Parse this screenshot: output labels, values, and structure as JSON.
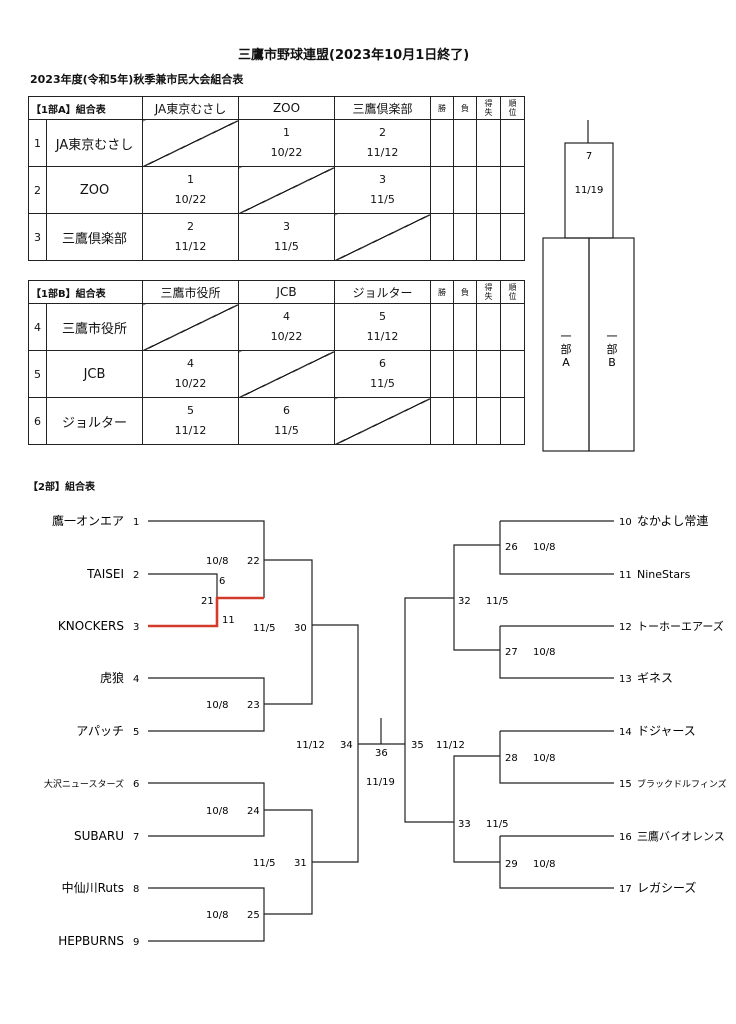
{
  "title": "三鷹市野球連盟(2023年10月1日終了)",
  "subtitle": "2023年度(令和5年)秋季兼市民大会組合表",
  "tables": [
    {
      "corner": "【1部A】組合表",
      "teams": [
        "JA東京むさし",
        "ZOO",
        "三鷹倶楽部"
      ],
      "nos": [
        "1",
        "2",
        "3"
      ],
      "stat_headers": [
        "勝",
        "負",
        "得失",
        "順位"
      ],
      "cells": [
        [
          null,
          {
            "g": "1",
            "d": "10/22"
          },
          {
            "g": "2",
            "d": "11/12"
          }
        ],
        [
          {
            "g": "1",
            "d": "10/22"
          },
          null,
          {
            "g": "3",
            "d": "11/5"
          }
        ],
        [
          {
            "g": "2",
            "d": "11/12"
          },
          {
            "g": "3",
            "d": "11/5"
          },
          null
        ]
      ]
    },
    {
      "corner": "【1部B】組合表",
      "teams": [
        "三鷹市役所",
        "JCB",
        "ジョルター"
      ],
      "nos": [
        "4",
        "5",
        "6"
      ],
      "stat_headers": [
        "勝",
        "負",
        "得失",
        "順位"
      ],
      "cells": [
        [
          null,
          {
            "g": "4",
            "d": "10/22"
          },
          {
            "g": "5",
            "d": "11/12"
          }
        ],
        [
          {
            "g": "4",
            "d": "10/22"
          },
          null,
          {
            "g": "6",
            "d": "11/5"
          }
        ],
        [
          {
            "g": "5",
            "d": "11/12"
          },
          {
            "g": "6",
            "d": "11/5"
          },
          null
        ]
      ]
    }
  ],
  "final1": {
    "game": "7",
    "date": "11/19",
    "left": "一部A",
    "right": "一部B"
  },
  "bracket2": {
    "heading": "【2部】組合表",
    "left_teams": [
      {
        "no": "1",
        "name": "鷹一オンエア"
      },
      {
        "no": "2",
        "name": "TAISEI"
      },
      {
        "no": "3",
        "name": "KNOCKERS"
      },
      {
        "no": "4",
        "name": "虎狼"
      },
      {
        "no": "5",
        "name": "アパッチ"
      },
      {
        "no": "6",
        "name": "大沢ニュースターズ"
      },
      {
        "no": "7",
        "name": "SUBARU"
      },
      {
        "no": "8",
        "name": "中仙川Ruts"
      },
      {
        "no": "9",
        "name": "HEPBURNS"
      }
    ],
    "right_teams": [
      {
        "no": "10",
        "name": "なかよし常連"
      },
      {
        "no": "11",
        "name": "NineStars"
      },
      {
        "no": "12",
        "name": "トーホーエアーズ"
      },
      {
        "no": "13",
        "name": "ギネス"
      },
      {
        "no": "14",
        "name": "ドジャース"
      },
      {
        "no": "15",
        "name": "ブラックドルフィンズ"
      },
      {
        "no": "16",
        "name": "三鷹バイオレンス"
      },
      {
        "no": "17",
        "name": "レガシーズ"
      }
    ],
    "games": {
      "g21": "21",
      "g22": "22",
      "g22d": "10/8",
      "g6": "6",
      "g11": "11",
      "g23": "23",
      "g23d": "10/8",
      "g24": "24",
      "g24d": "10/8",
      "g25": "25",
      "g25d": "10/8",
      "g30": "30",
      "g30d": "11/5",
      "g31": "31",
      "g31d": "11/5",
      "g34": "34",
      "g34d": "11/12",
      "g36": "36",
      "g36d": "11/19",
      "g35": "35",
      "g35d": "11/12",
      "g32": "32",
      "g32d": "11/5",
      "g33": "33",
      "g33d": "11/5",
      "g26": "26",
      "g26d": "10/8",
      "g27": "27",
      "g27d": "10/8",
      "g28": "28",
      "g28d": "10/8",
      "g29": "29",
      "g29d": "10/8"
    },
    "winner_line_color": "#d23a2a"
  }
}
